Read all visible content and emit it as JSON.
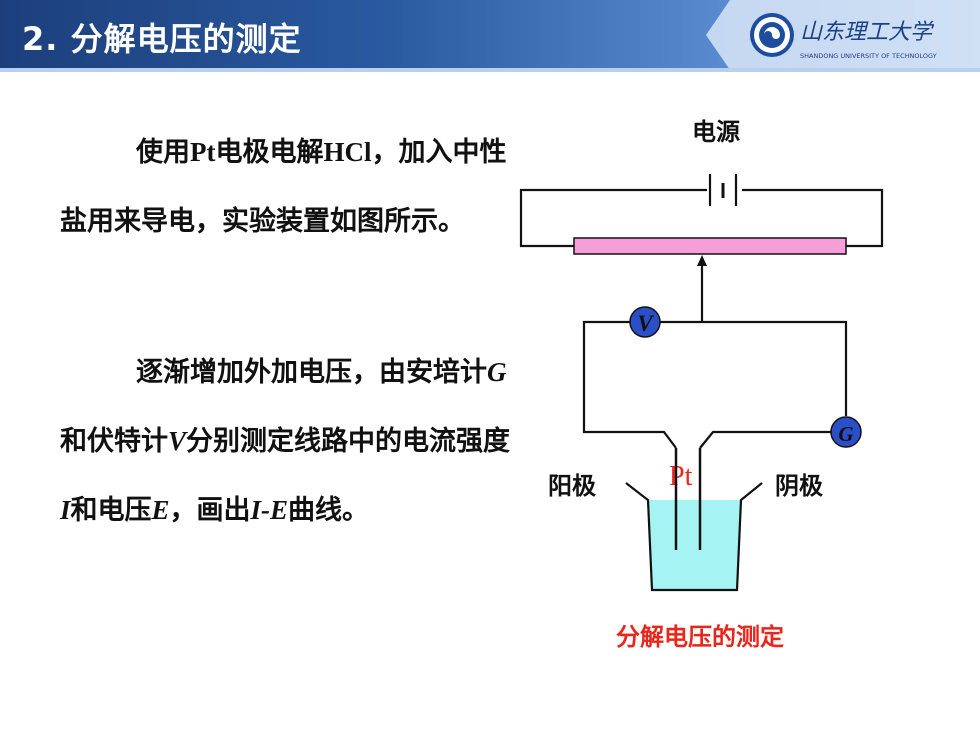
{
  "header": {
    "title": "2. 分解电压的测定",
    "colors": {
      "bar_dark": "#1c3f7c",
      "bar_light": "#9fc0ea"
    },
    "logo_icon": "university-seal-icon",
    "logo_text": "山东理工大学",
    "logo_subtext": "SHANDONG UNIVERSITY OF TECHNOLOGY"
  },
  "text": {
    "p1_a": "使用",
    "p1_pt": "Pt",
    "p1_b": "电极电解",
    "p1_hcl": "HCl",
    "p1_c": "，加入中性盐用来导电，实验装置如图所示。",
    "p2_a": "逐渐增加外加电压，由安培计",
    "p2_g": "G",
    "p2_b": "和伏特计",
    "p2_v": "V",
    "p2_c": "分别测定线路中的电流强度",
    "p2_i": "I",
    "p2_d": "和电压",
    "p2_e": "E",
    "p2_f": "，画出",
    "p2_ie": "I-E",
    "p2_g2": "曲线。"
  },
  "diagram": {
    "power_label": "电源",
    "voltmeter_label": "V",
    "ammeter_label": "G",
    "electrode_label": "Pt",
    "anode_label": "阳极",
    "cathode_label": "阴极",
    "caption": "分解电压的测定",
    "colors": {
      "rheostat": "#f59ed8",
      "meter_fill": "#2a4fc8",
      "solution": "#a5f3f3",
      "caption": "#e8261b",
      "pt_label": "#e8261b"
    }
  }
}
